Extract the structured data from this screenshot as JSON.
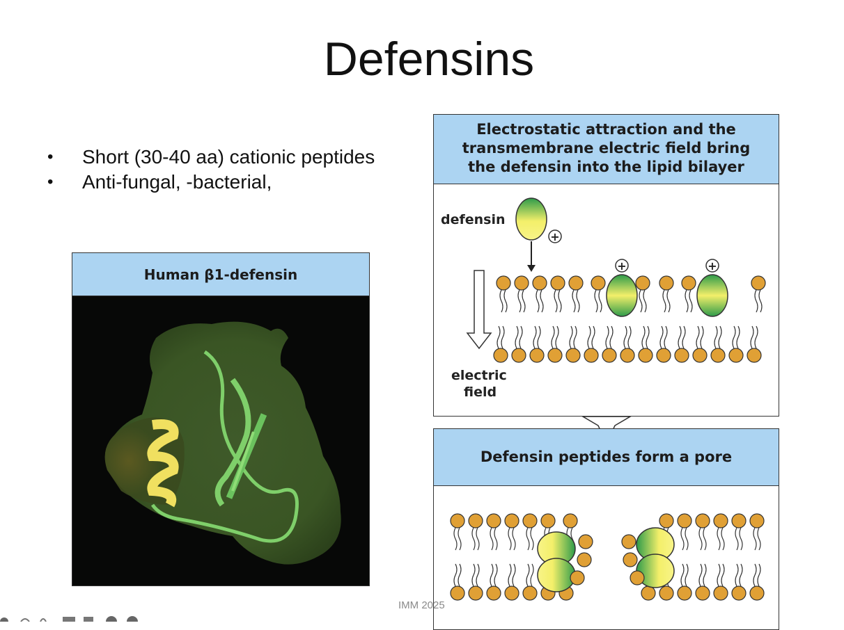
{
  "slide": {
    "title": "Defensins",
    "bullets": [
      "Short (30-40 aa) cationic peptides",
      "Anti-fungal, -bacterial,"
    ],
    "footer": "IMM 2025"
  },
  "figure_left": {
    "title": "Human β1-defensin"
  },
  "figure_right": {
    "panel1": {
      "title_lines": [
        "Electrostatic attraction and the",
        "transmembrane electric field bring",
        "the defensin into the lipid bilayer"
      ],
      "label_defensin": "defensin",
      "label_electric": "electric",
      "label_field": "field",
      "charge_symbol": "+"
    },
    "panel2": {
      "title": "Defensin peptides form a pore"
    }
  },
  "colors": {
    "header_blue": "#acd4f2",
    "lipid_head": "#e0a035",
    "defensin_green": "#2e9b4a",
    "defensin_yellow": "#f3ef6a"
  }
}
